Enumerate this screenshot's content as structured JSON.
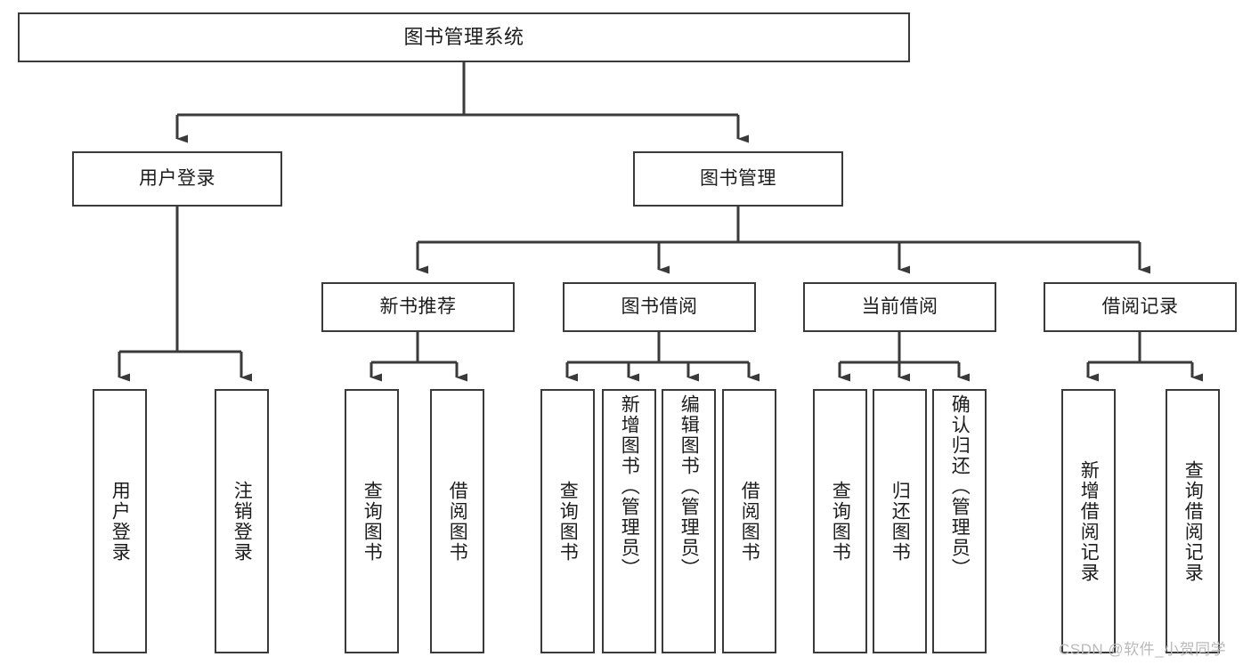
{
  "diagram": {
    "type": "tree-hierarchy-chart",
    "title": "图书管理系统",
    "root": {
      "id": "root",
      "label": "图书管理系统"
    },
    "level2": [
      {
        "id": "user-login",
        "label": "用户登录"
      },
      {
        "id": "book-manage",
        "label": "图书管理"
      }
    ],
    "level3": [
      {
        "id": "new-book-recommend",
        "label": "新书推荐",
        "parent": "book-manage"
      },
      {
        "id": "book-borrow",
        "label": "图书借阅",
        "parent": "book-manage"
      },
      {
        "id": "current-borrow",
        "label": "当前借阅",
        "parent": "book-manage"
      },
      {
        "id": "borrow-record",
        "label": "借阅记录",
        "parent": "book-manage"
      }
    ],
    "leaves": [
      {
        "id": "leaf-user-login",
        "label": "用户登录",
        "parent": "user-login"
      },
      {
        "id": "leaf-logout",
        "label": "注销登录",
        "parent": "user-login"
      },
      {
        "id": "leaf-query-book-1",
        "label": "查询图书",
        "parent": "new-book-recommend"
      },
      {
        "id": "leaf-borrow-book-1",
        "label": "借阅图书",
        "parent": "new-book-recommend"
      },
      {
        "id": "leaf-query-book-2",
        "label": "查询图书",
        "parent": "book-borrow"
      },
      {
        "id": "leaf-add-book",
        "label": "新增图书（管理员）",
        "parent": "book-borrow"
      },
      {
        "id": "leaf-edit-book",
        "label": "编辑图书（管理员）",
        "parent": "book-borrow"
      },
      {
        "id": "leaf-borrow-book-2",
        "label": "借阅图书",
        "parent": "book-borrow"
      },
      {
        "id": "leaf-query-book-3",
        "label": "查询图书",
        "parent": "current-borrow"
      },
      {
        "id": "leaf-return-book",
        "label": "归还图书",
        "parent": "current-borrow"
      },
      {
        "id": "leaf-confirm-return",
        "label": "确认归还（管理员）",
        "parent": "current-borrow"
      },
      {
        "id": "leaf-add-record",
        "label": "新增借阅记录",
        "parent": "borrow-record"
      },
      {
        "id": "leaf-query-record",
        "label": "查询借阅记录",
        "parent": "borrow-record"
      }
    ],
    "watermark": "CSDN @软件_小贺同学",
    "colors": {
      "stroke": "#3a3a3a",
      "background": "#ffffff",
      "text": "#1c1c1c",
      "watermark": "#b9b9b9"
    }
  }
}
